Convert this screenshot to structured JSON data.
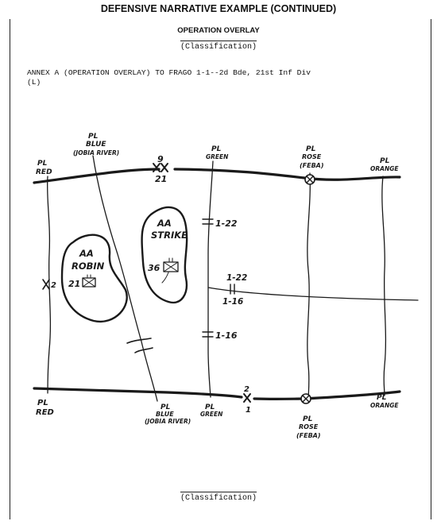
{
  "header": {
    "title": "DEFENSIVE NARRATIVE EXAMPLE (CONTINUED)"
  },
  "overlay_title": "OPERATION OVERLAY",
  "classification_top": "(Classification)",
  "annex_text": "ANNEX A (OPERATION OVERLAY) TO FRAGO 1-1--2d Bde, 21st Inf Div\n(L)",
  "map": {
    "phase_lines": {
      "red": {
        "pl": "PL",
        "name": "RED"
      },
      "blue": {
        "pl": "PL",
        "name": "BLUE",
        "note": "(JOBIA RIVER)"
      },
      "green": {
        "pl": "PL",
        "name": "GREEN"
      },
      "rose": {
        "pl": "PL",
        "name": "ROSE",
        "note": "(FEBA)"
      },
      "orange": {
        "pl": "PL",
        "name": "ORANGE"
      }
    },
    "boundaries": {
      "top": {
        "upper": "9",
        "lower": "21"
      },
      "bottom": {
        "upper": "2",
        "lower": "1"
      },
      "left_unit": "2"
    },
    "assembly_areas": [
      {
        "aa": "AA",
        "name": "ROBIN",
        "unit": "21"
      },
      {
        "aa": "AA",
        "name": "STRIKE",
        "unit": "36"
      }
    ],
    "unit_boundaries": {
      "upper": "1-22",
      "middle_upper": "1-22",
      "middle_lower": "1-16",
      "lower": "1-16"
    }
  },
  "classification_bottom": "(Classification)"
}
